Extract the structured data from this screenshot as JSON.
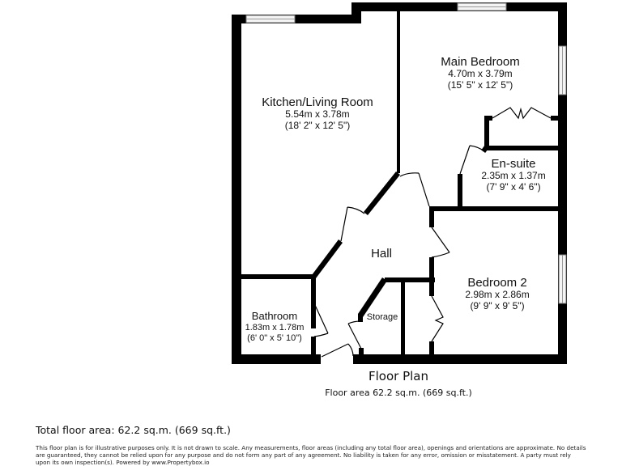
{
  "plan": {
    "title": "Floor Plan",
    "floor_area": "Floor area 62.2 sq.m. (669 sq.ft.)"
  },
  "rooms": {
    "kitchen": {
      "name": "Kitchen/Living Room",
      "metric": "5.54m x 3.78m",
      "imperial": "(18' 2\" x 12' 5\")"
    },
    "main_bedroom": {
      "name": "Main Bedroom",
      "metric": "4.70m x 3.79m",
      "imperial": "(15' 5\" x 12' 5\")"
    },
    "ensuite": {
      "name": "En-suite",
      "metric": "2.35m x 1.37m",
      "imperial": "(7' 9\" x 4' 6\")"
    },
    "hall": {
      "name": "Hall"
    },
    "bedroom2": {
      "name": "Bedroom 2",
      "metric": "2.98m x 2.86m",
      "imperial": "(9' 9\" x 9' 5\")"
    },
    "bathroom": {
      "name": "Bathroom",
      "metric": "1.83m x 1.78m",
      "imperial": "(6' 0\" x 5' 10\")"
    },
    "storage": {
      "name": "Storage"
    }
  },
  "footer": {
    "total_area": "Total floor area: 62.2 sq.m. (669 sq.ft.)",
    "disclaimer": "This floor plan is for illustrative purposes only. It is not drawn to scale. Any measurements, floor areas (including any total floor area), openings and orientations are approximate. No details are guaranteed, they cannot be relied upon for any purpose and do not form any part of any agreement. No liability is taken for any error, omission or misstatement. A party must rely upon its own inspection(s). Powered by www.Propertybox.io"
  },
  "colors": {
    "wall": "#000000",
    "window": "#f4f4f4",
    "background": "#ffffff"
  }
}
